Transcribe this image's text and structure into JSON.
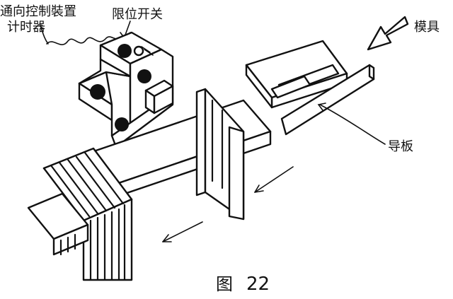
{
  "labels": {
    "control_line1": "通向控制裝置",
    "control_line2": "计时器",
    "limit_switch": "限位开关",
    "mold": "模具",
    "guide_plate": "导板"
  },
  "caption": {
    "prefix": "图",
    "number": "22"
  },
  "colors": {
    "ink": "#111111",
    "paper": "#ffffff"
  }
}
